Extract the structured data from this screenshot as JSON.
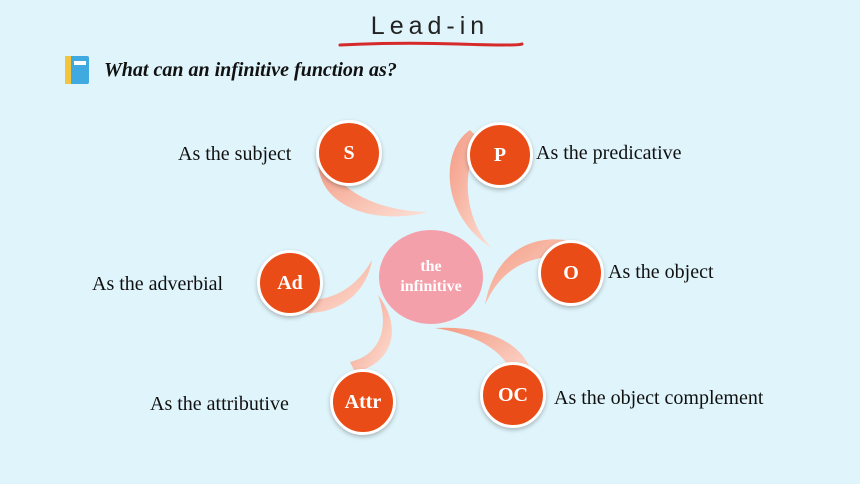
{
  "title": "Lead-in",
  "question": "What can an infinitive function as?",
  "colors": {
    "background": "#dff4fb",
    "node": "#ea4c17",
    "center": "#f4a0ab",
    "swirl": "#f7b8a6",
    "underline": "#d62a2a"
  },
  "center": {
    "line1": "the",
    "line2": "infinitive"
  },
  "functions": [
    {
      "abbr": "S",
      "label": "As the subject"
    },
    {
      "abbr": "P",
      "label": "As the predicative"
    },
    {
      "abbr": "O",
      "label": "As the object"
    },
    {
      "abbr": "OC",
      "label": "As the object complement"
    },
    {
      "abbr": "Attr",
      "label": "As the attributive"
    },
    {
      "abbr": "Ad",
      "label": "As the adverbial"
    }
  ]
}
